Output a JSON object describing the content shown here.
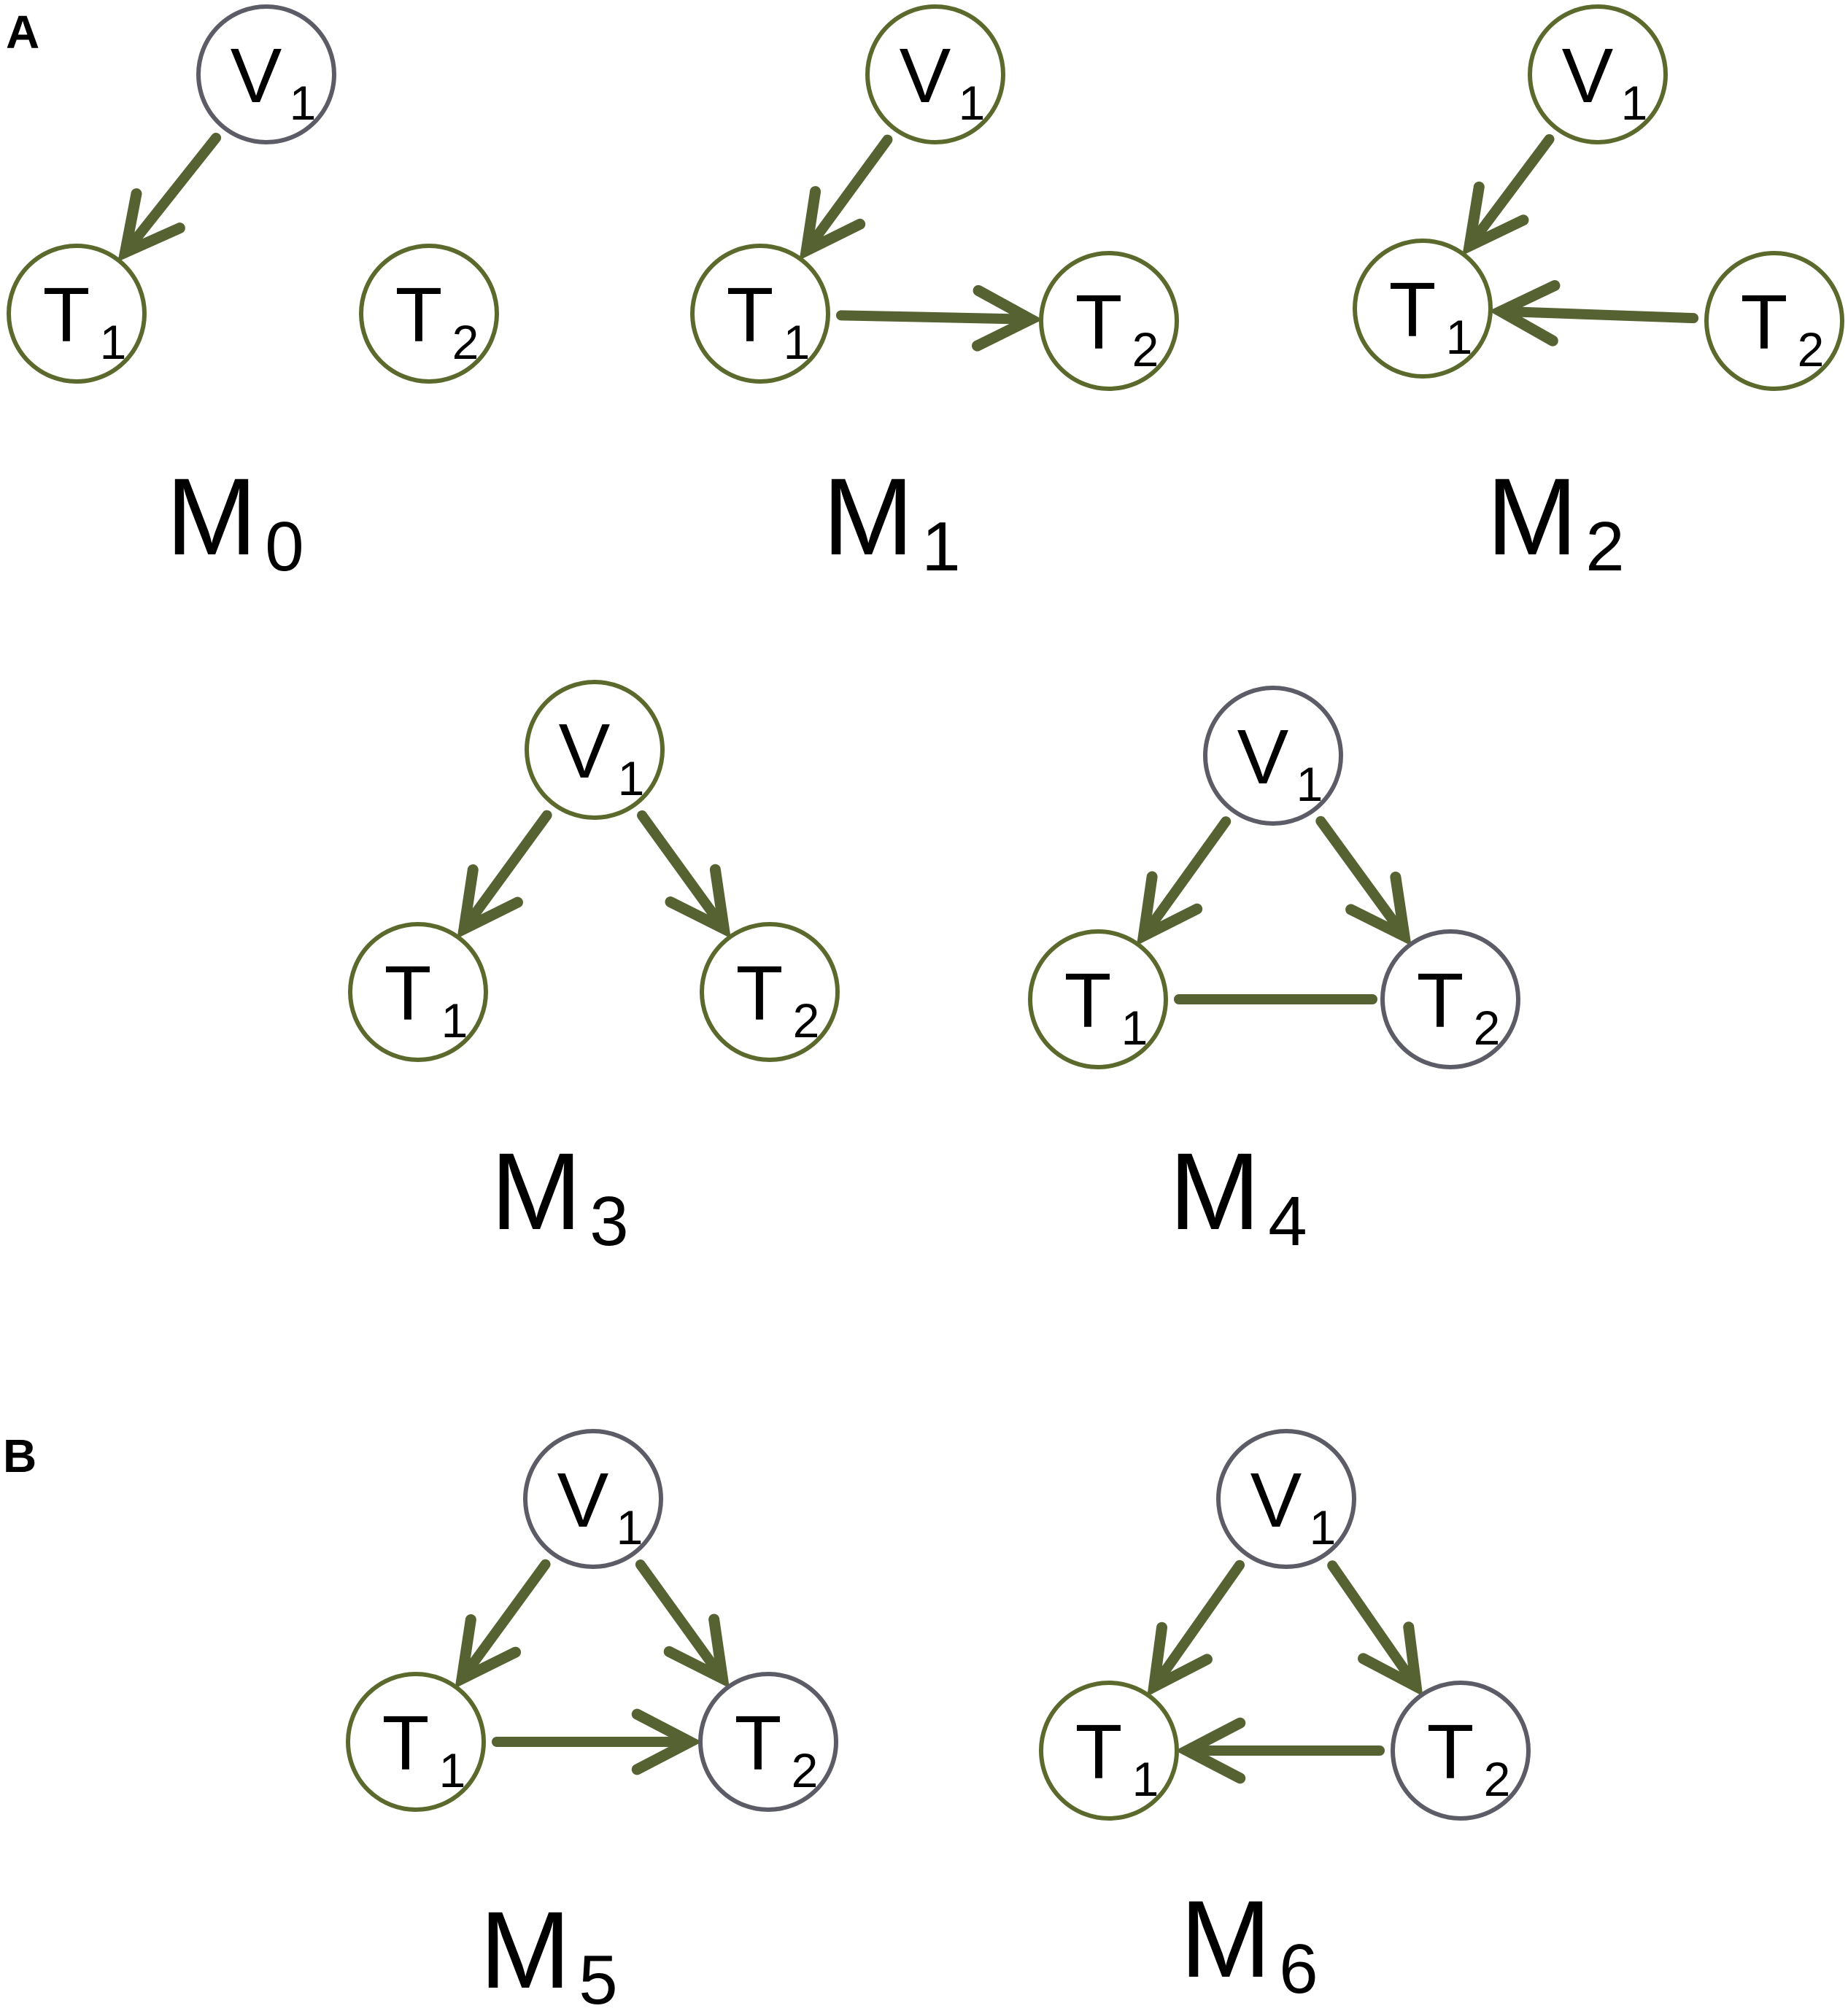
{
  "panels": [
    {
      "id": "A",
      "label": "A",
      "models": [
        {
          "id": "M0",
          "letter": "M",
          "subscript": "0",
          "nodes": [
            {
              "id": "V1",
              "letter": "V",
              "subscript": "1",
              "border": "gray"
            },
            {
              "id": "T1",
              "letter": "T",
              "subscript": "1",
              "border": "green"
            },
            {
              "id": "T2",
              "letter": "T",
              "subscript": "2",
              "border": "green"
            }
          ],
          "edges": [
            {
              "from": "V1",
              "to": "T1",
              "type": "arrow"
            }
          ]
        },
        {
          "id": "M1",
          "letter": "M",
          "subscript": "1",
          "nodes": [
            {
              "id": "V1",
              "letter": "V",
              "subscript": "1",
              "border": "green"
            },
            {
              "id": "T1",
              "letter": "T",
              "subscript": "1",
              "border": "green"
            },
            {
              "id": "T2",
              "letter": "T",
              "subscript": "2",
              "border": "green"
            }
          ],
          "edges": [
            {
              "from": "V1",
              "to": "T1",
              "type": "arrow"
            },
            {
              "from": "T1",
              "to": "T2",
              "type": "arrow"
            }
          ]
        },
        {
          "id": "M2",
          "letter": "M",
          "subscript": "2",
          "nodes": [
            {
              "id": "V1",
              "letter": "V",
              "subscript": "1",
              "border": "green"
            },
            {
              "id": "T1",
              "letter": "T",
              "subscript": "1",
              "border": "green"
            },
            {
              "id": "T2",
              "letter": "T",
              "subscript": "2",
              "border": "green"
            }
          ],
          "edges": [
            {
              "from": "V1",
              "to": "T1",
              "type": "arrow"
            },
            {
              "from": "T2",
              "to": "T1",
              "type": "arrow"
            }
          ]
        },
        {
          "id": "M3",
          "letter": "M",
          "subscript": "3",
          "nodes": [
            {
              "id": "V1",
              "letter": "V",
              "subscript": "1",
              "border": "green"
            },
            {
              "id": "T1",
              "letter": "T",
              "subscript": "1",
              "border": "green"
            },
            {
              "id": "T2",
              "letter": "T",
              "subscript": "2",
              "border": "green"
            }
          ],
          "edges": [
            {
              "from": "V1",
              "to": "T1",
              "type": "arrow"
            },
            {
              "from": "V1",
              "to": "T2",
              "type": "arrow"
            }
          ]
        },
        {
          "id": "M4",
          "letter": "M",
          "subscript": "4",
          "nodes": [
            {
              "id": "V1",
              "letter": "V",
              "subscript": "1",
              "border": "gray"
            },
            {
              "id": "T1",
              "letter": "T",
              "subscript": "1",
              "border": "green"
            },
            {
              "id": "T2",
              "letter": "T",
              "subscript": "2",
              "border": "gray"
            }
          ],
          "edges": [
            {
              "from": "V1",
              "to": "T1",
              "type": "arrow"
            },
            {
              "from": "V1",
              "to": "T2",
              "type": "arrow"
            },
            {
              "from": "T1",
              "to": "T2",
              "type": "line"
            }
          ]
        }
      ]
    },
    {
      "id": "B",
      "label": "B",
      "models": [
        {
          "id": "M5",
          "letter": "M",
          "subscript": "5",
          "nodes": [
            {
              "id": "V1",
              "letter": "V",
              "subscript": "1",
              "border": "gray"
            },
            {
              "id": "T1",
              "letter": "T",
              "subscript": "1",
              "border": "green"
            },
            {
              "id": "T2",
              "letter": "T",
              "subscript": "2",
              "border": "gray"
            }
          ],
          "edges": [
            {
              "from": "V1",
              "to": "T1",
              "type": "arrow"
            },
            {
              "from": "V1",
              "to": "T2",
              "type": "arrow"
            },
            {
              "from": "T1",
              "to": "T2",
              "type": "arrow"
            }
          ]
        },
        {
          "id": "M6",
          "letter": "M",
          "subscript": "6",
          "nodes": [
            {
              "id": "V1",
              "letter": "V",
              "subscript": "1",
              "border": "gray"
            },
            {
              "id": "T1",
              "letter": "T",
              "subscript": "1",
              "border": "green"
            },
            {
              "id": "T2",
              "letter": "T",
              "subscript": "2",
              "border": "gray"
            }
          ],
          "edges": [
            {
              "from": "V1",
              "to": "T1",
              "type": "arrow"
            },
            {
              "from": "V1",
              "to": "T2",
              "type": "arrow"
            },
            {
              "from": "T2",
              "to": "T1",
              "type": "arrow"
            }
          ]
        }
      ]
    }
  ],
  "colors": {
    "edge": "#566232",
    "node_border_green": "#5b6a2c",
    "node_border_gray": "#5b5c66",
    "text": "#000000",
    "background": "#ffffff"
  }
}
